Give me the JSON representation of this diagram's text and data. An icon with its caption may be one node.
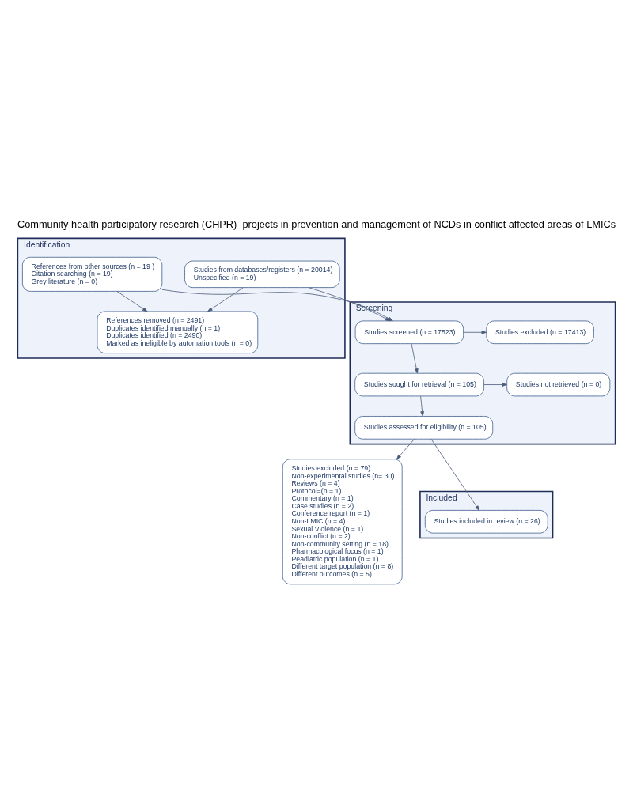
{
  "diagram": {
    "title": "Community health participatory research (CHPR)  projects in prevention and management of NCDs in conflict affected areas of LMICs",
    "nodes": [
      {
        "text": [
          "Identification"
        ]
      },
      {
        "text": [
          "Studies from databases/registers (n = 20014)",
          "Unspecified (n = 19)"
        ],
        "in": 0
      },
      {
        "text": [
          "References from other sources (n = 19 )",
          "Citation searching (n = 19)",
          "Grey literature (n = 0)"
        ],
        "in": 0
      },
      {
        "text": [
          "References removed (n = 2491)",
          "Duplicates identified manually (n = 1)",
          "Duplicates identified (n = 2490)",
          "Marked as ineligible by automation tools (n = 0)"
        ],
        "in": 0
      },
      {
        "text": [
          "Screening"
        ]
      },
      {
        "text": [
          "Studies screened (n = 17523)"
        ],
        "in": 4
      },
      {
        "text": [
          "Studies excluded (n = 17413)"
        ],
        "in": 4
      },
      {
        "text": [
          "Studies sought for retrieval (n = 105)"
        ],
        "in": 4
      },
      {
        "text": [
          "Studies not retrieved (n = 0)"
        ],
        "in": 4
      },
      {
        "text": [
          "Studies assessed for eligibility (n = 105)"
        ],
        "in": 4
      },
      {
        "text": [
          "Studies excluded (n = 79)",
          "Non-experimental studies (n= 30)",
          "Reviews (n = 4)",
          "Protocol=(n = 1)",
          "Commentary (n = 1)",
          "Case studies (n = 2)",
          "Conference report (n = 1)",
          "Non-LMIC (n = 4)",
          "Sexual Violence (n = 1)",
          "Non-conflict (n = 2)",
          "Non-community setting (n = 18)",
          "Pharmacological focus (n = 1)",
          "Peadiatric population (n = 1)",
          "Different target population (n = 8)",
          "Different outcomes (n = 5)"
        ]
      },
      {
        "text": [
          "Included"
        ]
      },
      {
        "text": [
          "Studies included in review (n = 26)"
        ],
        "in": 11
      }
    ],
    "edges": [
      {
        "from": 1,
        "to": 5,
        "arrow": "to"
      },
      {
        "from": 2,
        "to": 5,
        "arrow": "to"
      },
      {
        "from": 1,
        "to": 3,
        "arrow": "to"
      },
      {
        "from": 2,
        "to": 3,
        "arrow": "to"
      },
      {
        "from": 5,
        "to": 6,
        "arrow": "to"
      },
      {
        "from": 5,
        "to": 7,
        "arrow": "to"
      },
      {
        "from": 7,
        "to": 8,
        "arrow": "to"
      },
      {
        "from": 7,
        "to": 9,
        "arrow": "to"
      },
      {
        "from": 9,
        "to": 10,
        "arrow": "to"
      },
      {
        "from": 9,
        "to": 12,
        "arrow": "to"
      }
    ]
  }
}
